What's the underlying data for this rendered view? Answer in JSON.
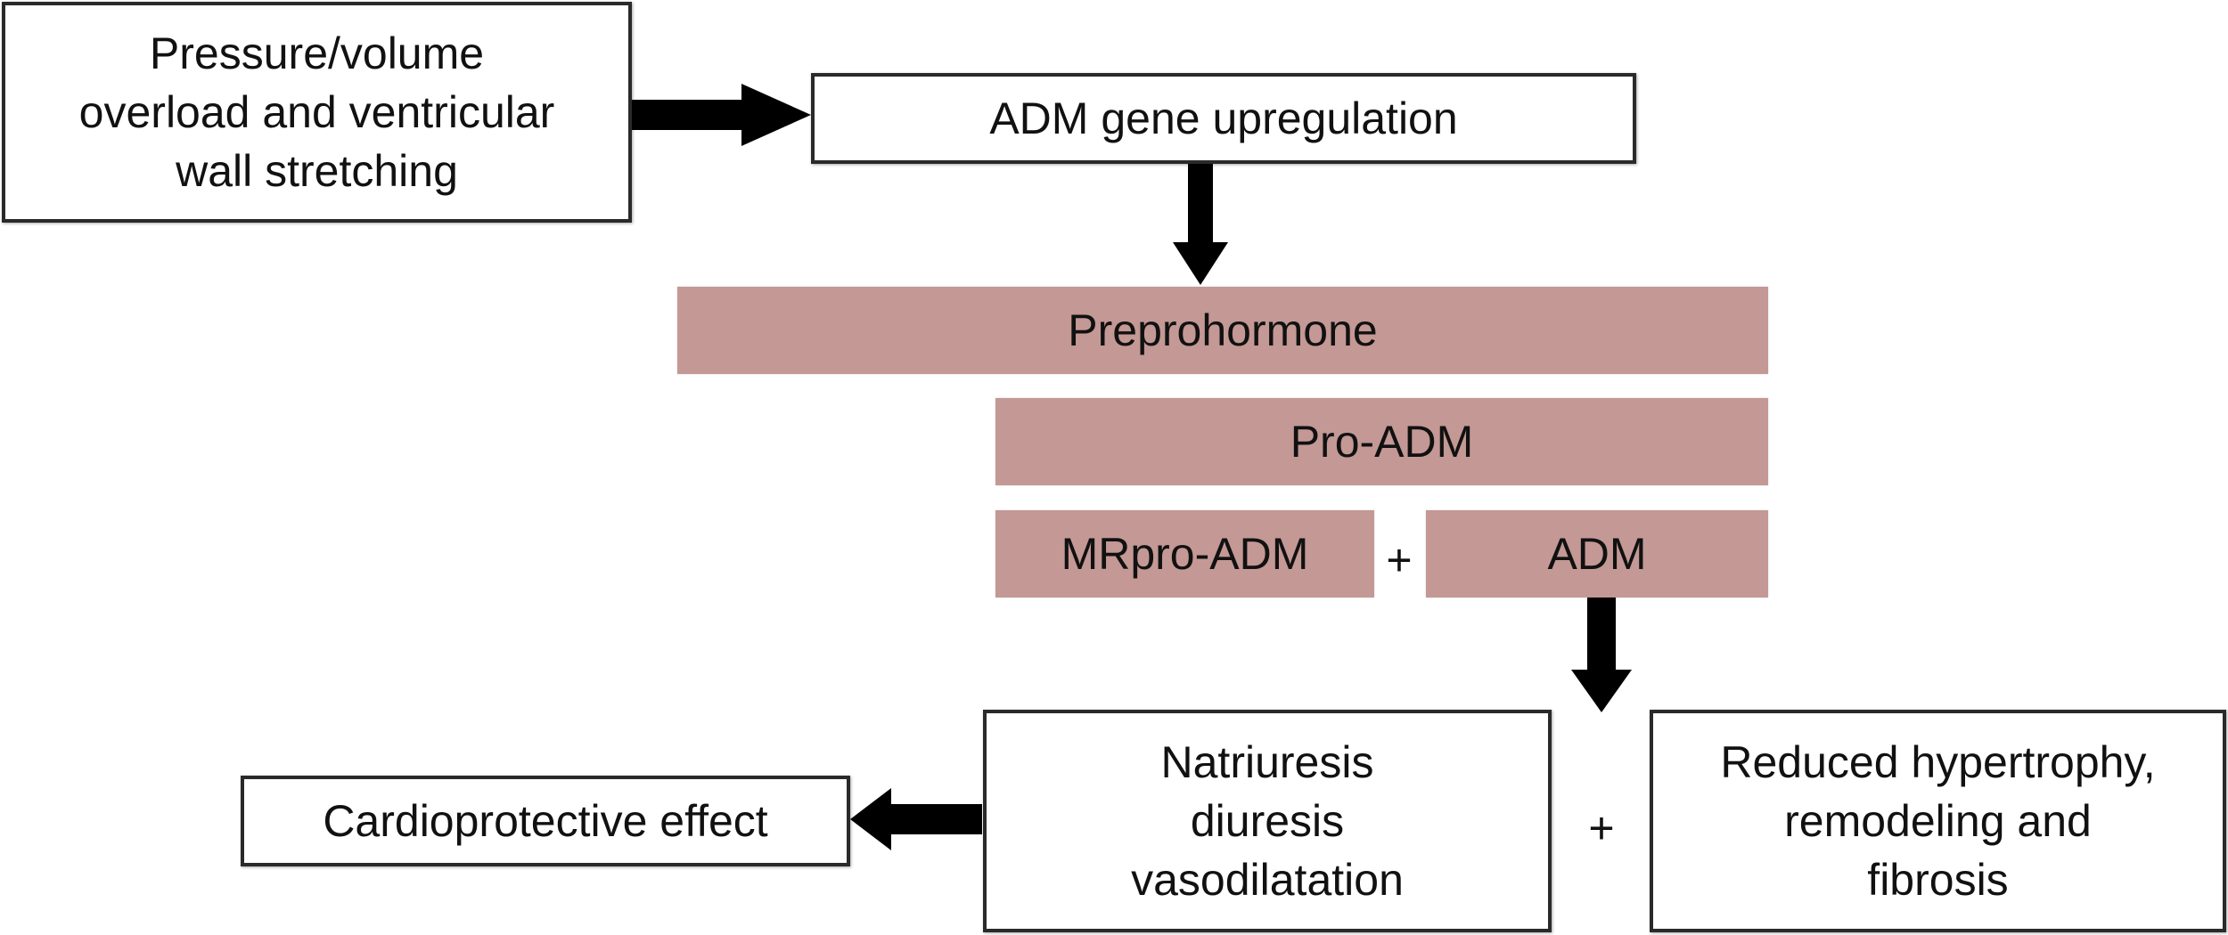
{
  "boxes": {
    "stimulus": [
      "Pressure/volume",
      "overload and ventricular",
      "wall stretching"
    ],
    "gene": "ADM gene upregulation",
    "preprohormone": "Preprohormone",
    "pro_adm": "Pro-ADM",
    "mrpro_adm": "MRpro-ADM",
    "adm": "ADM",
    "effects": [
      "Natriuresis",
      "diuresis",
      "vasodilatation"
    ],
    "remodeling": [
      "Reduced hypertrophy,",
      "remodeling and",
      "fibrosis"
    ],
    "cardioprotective": "Cardioprotective effect"
  },
  "operators": {
    "plus_cleavage": "+",
    "plus_effects": "+"
  },
  "colors": {
    "peptide_fill": "#c49895",
    "box_border": "#2a2a2a",
    "arrow": "#000000"
  }
}
